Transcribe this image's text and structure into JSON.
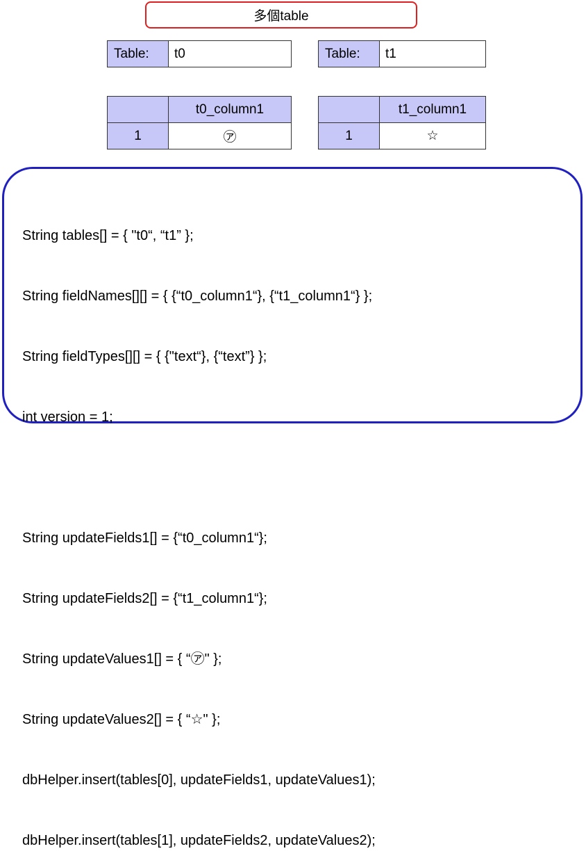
{
  "title": "多個table",
  "table_t0": {
    "label": "Table:",
    "name": "t0",
    "row_header": "",
    "column": "t0_column1",
    "rows": [
      {
        "index": "1",
        "value": "㋐"
      }
    ]
  },
  "table_t1": {
    "label": "Table:",
    "name": "t1",
    "row_header": "",
    "column": "t1_column1",
    "rows": [
      {
        "index": "1",
        "value": "☆"
      }
    ]
  },
  "code": [
    "String tables[] = { \"t0“, “t1” };",
    "String fieldNames[][] = { {“t0_column1“}, {“t1_column1“} };",
    "String fieldTypes[][] = { {\"text“}, {“text”} };",
    "int version = 1;",
    "",
    "String updateFields1[] = {“t0_column1“};",
    "String updateFields2[] = {“t1_column1“};",
    "String updateValues1[] = { “㋐\" };",
    "String updateValues2[] = { “☆\" };",
    "dbHelper.insert(tables[0], updateFields1, updateValues1);",
    "dbHelper.insert(tables[1], updateFields2, updateValues2);"
  ]
}
